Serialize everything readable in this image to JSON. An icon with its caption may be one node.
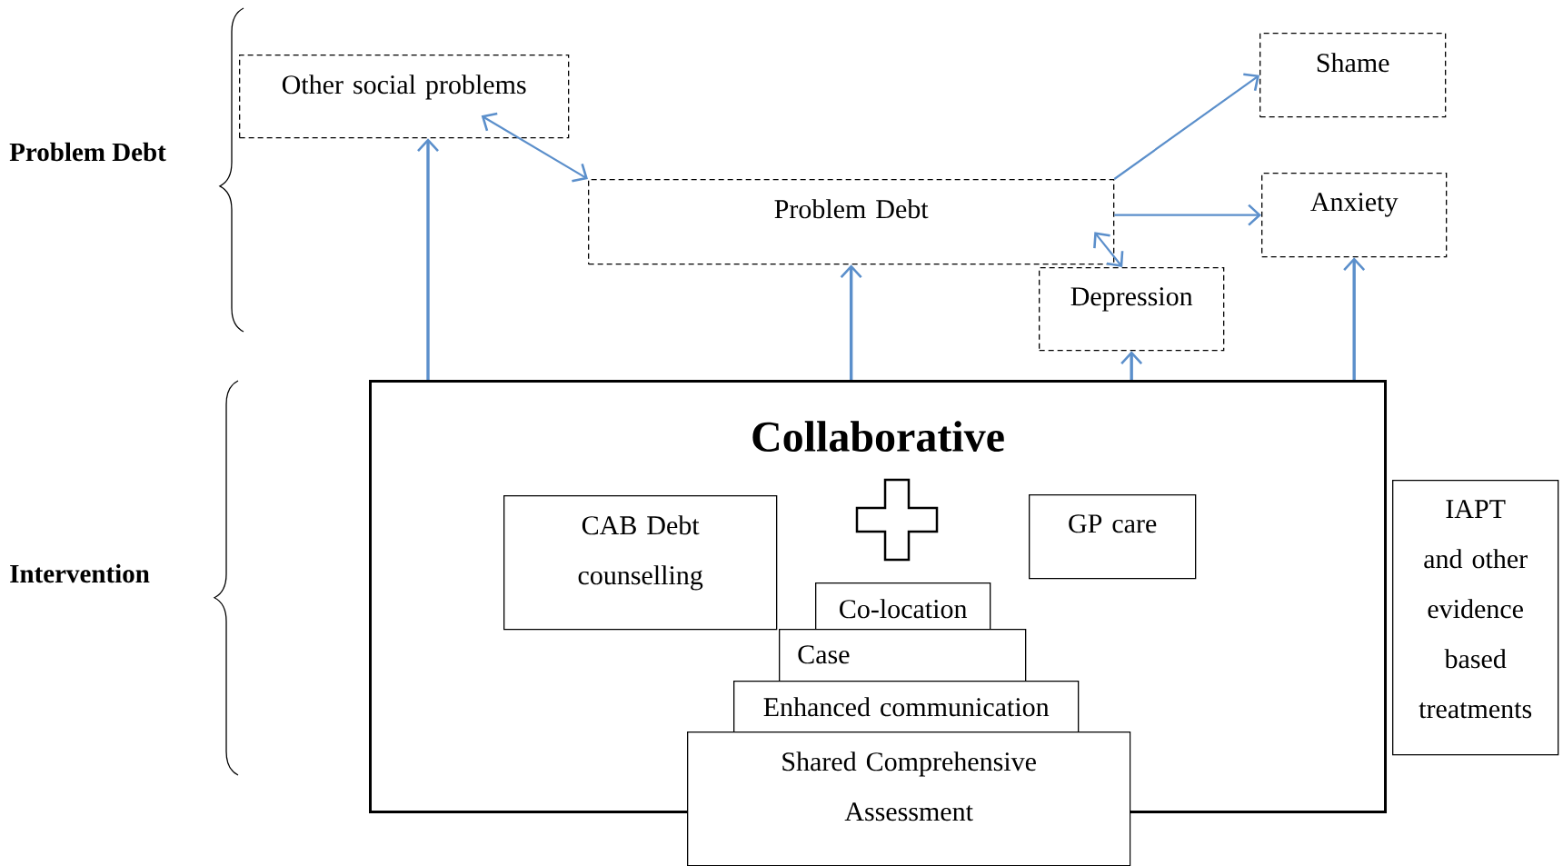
{
  "diagram": {
    "nodes": [
      {
        "text": [
          "Other social problems"
        ]
      },
      {
        "text": [
          "Shame"
        ]
      },
      {
        "text": [
          "Problem Debt"
        ]
      },
      {
        "text": [
          "Anxiety"
        ]
      },
      {
        "text": [
          "Depression"
        ]
      },
      {
        "text": [
          "Collaborative"
        ]
      },
      {
        "text": [
          "CAB Debt counselling"
        ],
        "in": 5
      },
      {
        "text": [
          "GP care"
        ],
        "in": 5
      },
      {
        "text": [
          "Co-location"
        ],
        "in": 5
      },
      {
        "text": [
          "Case"
        ],
        "in": 5
      },
      {
        "text": [
          "Enhanced communication"
        ],
        "in": 5
      },
      {
        "text": [
          "Shared Comprehensive Assessment"
        ]
      },
      {
        "text": [
          "IAPT and other evidence based treatments"
        ]
      }
    ],
    "edges": [
      {
        "from": 5,
        "to": 0,
        "arrow": "to"
      },
      {
        "from": 0,
        "to": 2,
        "arrow": "both"
      },
      {
        "from": 5,
        "to": 2,
        "arrow": "to"
      },
      {
        "from": 2,
        "to": 1,
        "arrow": "to"
      },
      {
        "from": 2,
        "to": 3,
        "arrow": "to"
      },
      {
        "from": 2,
        "to": 4,
        "arrow": "both"
      },
      {
        "from": 5,
        "to": 4,
        "arrow": "to"
      },
      {
        "from": 5,
        "to": 3,
        "arrow": "to"
      }
    ],
    "labels": [
      "Problem Debt",
      "Intervention"
    ]
  }
}
